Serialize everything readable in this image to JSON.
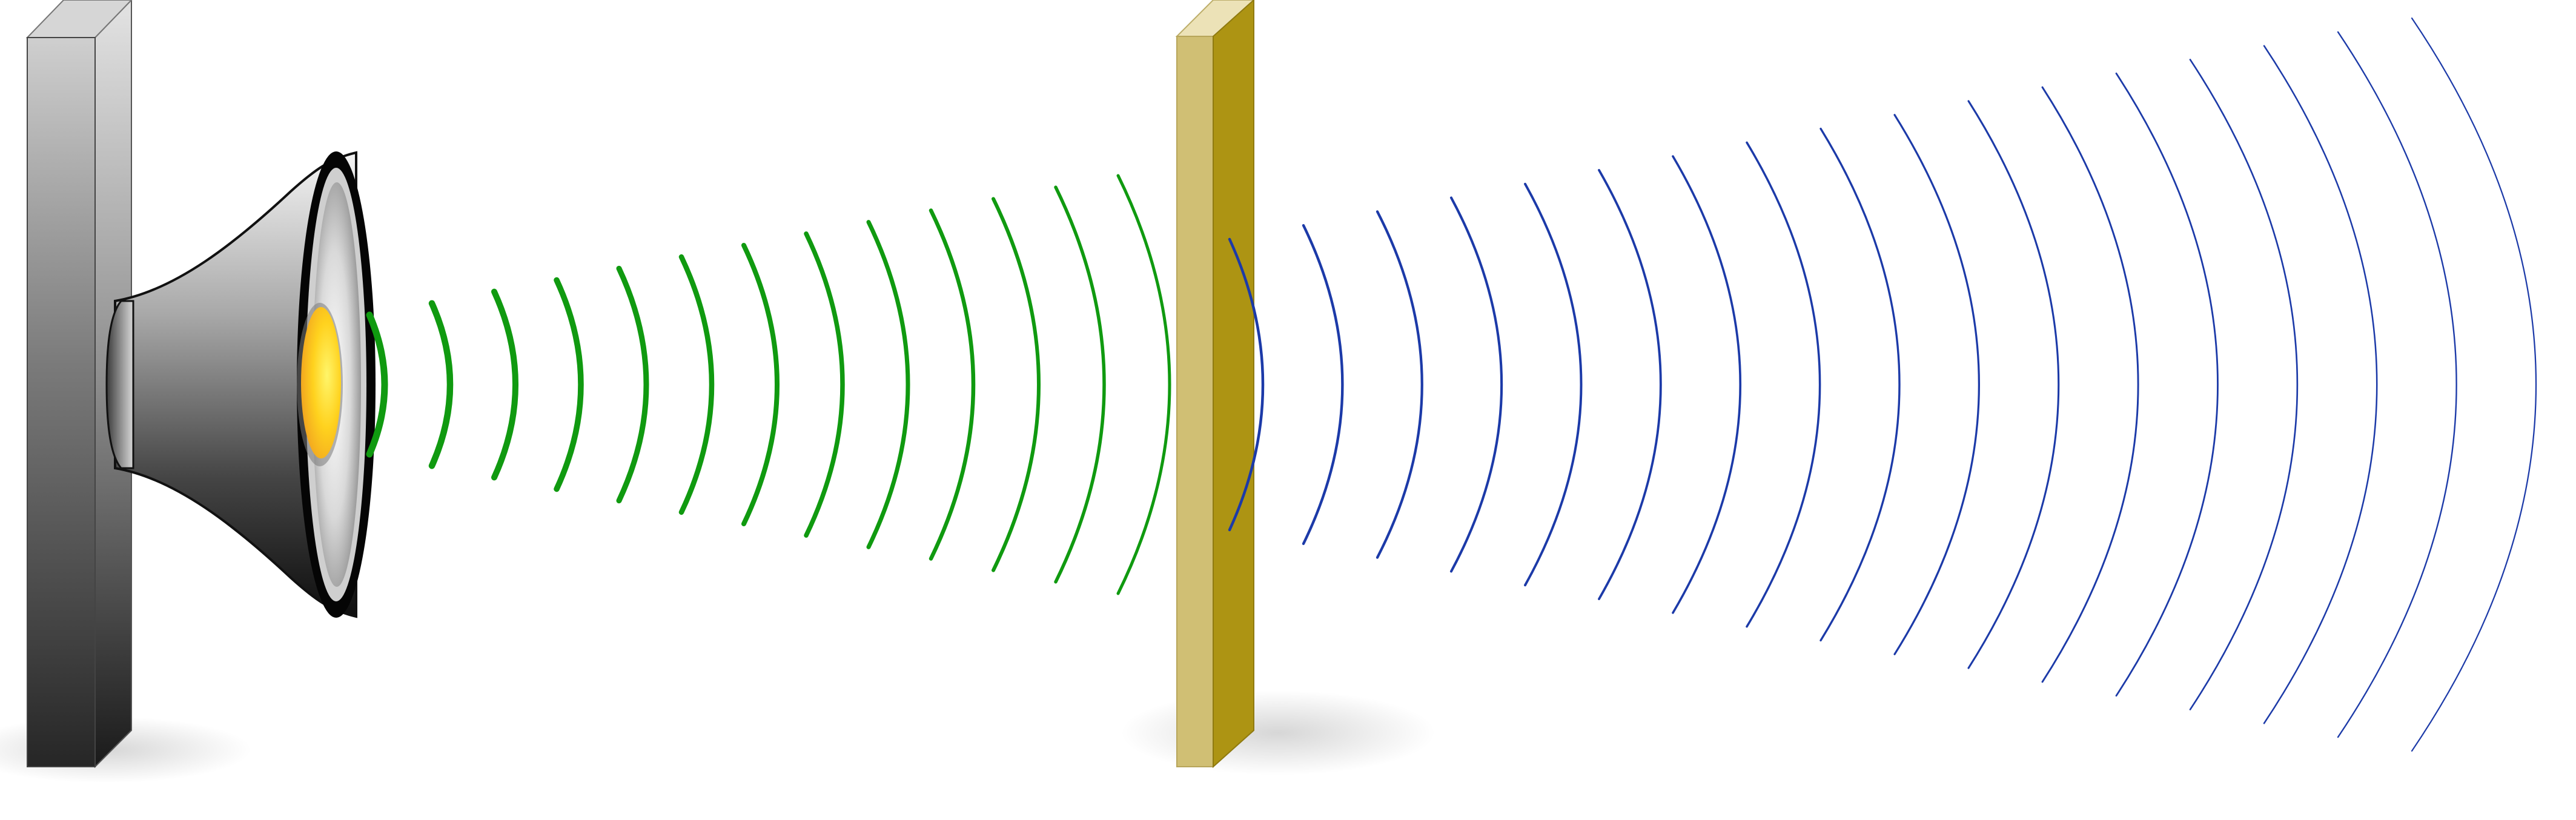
{
  "diagram": {
    "components": [
      {
        "id": "wall",
        "icon": "gray-wall-block"
      },
      {
        "id": "speaker",
        "icon": "loudspeaker-icon"
      },
      {
        "id": "barrier",
        "icon": "wooden-panel"
      }
    ],
    "incident_waves": {
      "count": 13,
      "color": "#109a10"
    },
    "transmitted_waves": {
      "count": 17,
      "color": "#1c3aa8"
    },
    "colors": {
      "wall_light": "#d2d2d2",
      "wall_dark": "#1e1e1e",
      "barrier_front": "#d0bf74",
      "barrier_side": "#ad9413",
      "barrier_top": "#ece2b7",
      "speaker_core": "#ffd700"
    }
  }
}
